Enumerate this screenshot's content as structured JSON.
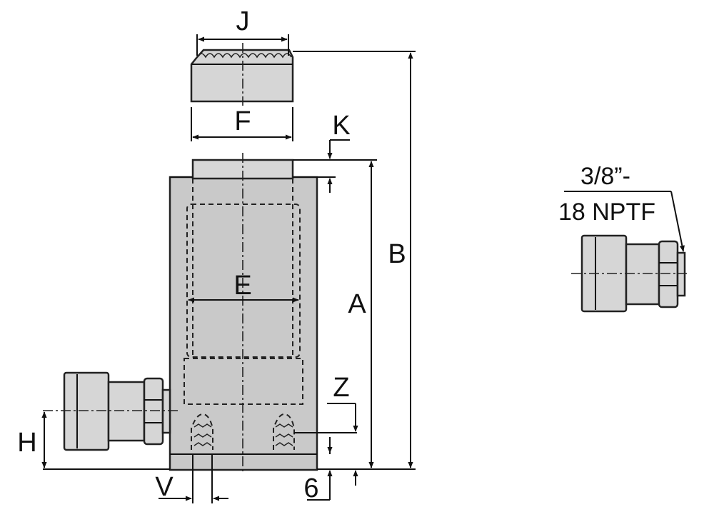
{
  "dimension_labels": {
    "J": "J",
    "F": "F",
    "K": "K",
    "B": "B",
    "A": "A",
    "E": "E",
    "Z": "Z",
    "H": "H",
    "V": "V",
    "six": "6"
  },
  "port_note": {
    "line1": "3/8”-",
    "line2": "18 NPTF"
  },
  "colors": {
    "part_fill": "#c9c9c9",
    "outline": "#222222"
  }
}
